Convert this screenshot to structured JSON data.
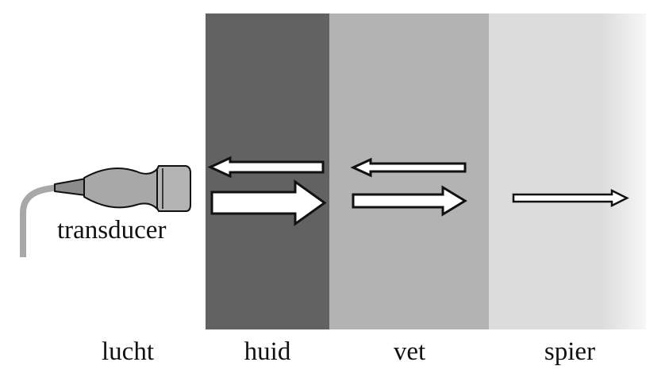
{
  "diagram": {
    "layers": [
      {
        "id": "lucht",
        "label": "lucht",
        "color": "#ffffff"
      },
      {
        "id": "huid",
        "label": "huid",
        "color": "#626262"
      },
      {
        "id": "vet",
        "label": "vet",
        "color": "#b3b3b3"
      },
      {
        "id": "spier",
        "label": "spier",
        "color": "#dcdcdc"
      }
    ],
    "transducer": {
      "label": "transducer",
      "body_color": "#a8a8a8",
      "cable_color": "#a8a8a8"
    },
    "arrows": {
      "outline_color": "#111111",
      "fill_color": "#ffffff"
    }
  }
}
